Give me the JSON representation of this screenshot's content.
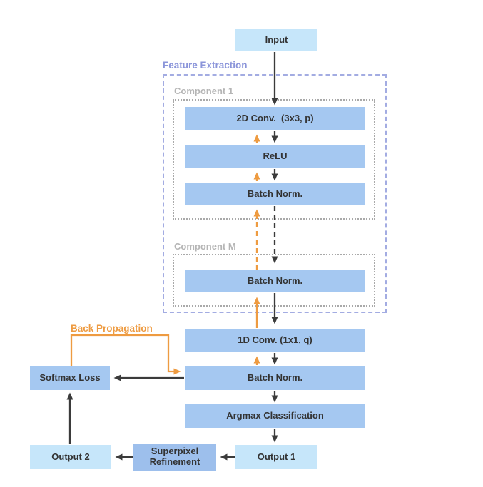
{
  "labels": {
    "feature_extraction": "Feature Extraction",
    "component_1": "Component 1",
    "component_m": "Component M",
    "back_propagation": "Back Propagation"
  },
  "nodes": {
    "input": "Input",
    "conv2d": "2D Conv.  (3x3, p)",
    "relu": "ReLU",
    "batch_norm_component_1": "Batch Norm.",
    "batch_norm_component_m": "Batch Norm.",
    "conv1d": "1D Conv. (1x1, q)",
    "batch_norm": "Batch Norm.",
    "argmax": "Argmax Classification",
    "output_1": "Output 1",
    "superpixel_refinement": "Superpixel Refinement",
    "output_2": "Output 2",
    "softmax_loss": "Softmax Loss"
  },
  "colors": {
    "node_light_blue": "#c6e6fa",
    "node_medium_blue": "#a5c8f1",
    "node_refinement_blue": "#9dbfec",
    "container_border_purple": "#a3ace2",
    "container_border_gray": "#a9a9a9",
    "label_purple": "#8b95da",
    "label_gray": "#b5b5b5",
    "accent_orange": "#ee9b41",
    "arrow_dark": "#3b3b3b",
    "node_text": "#333333"
  }
}
